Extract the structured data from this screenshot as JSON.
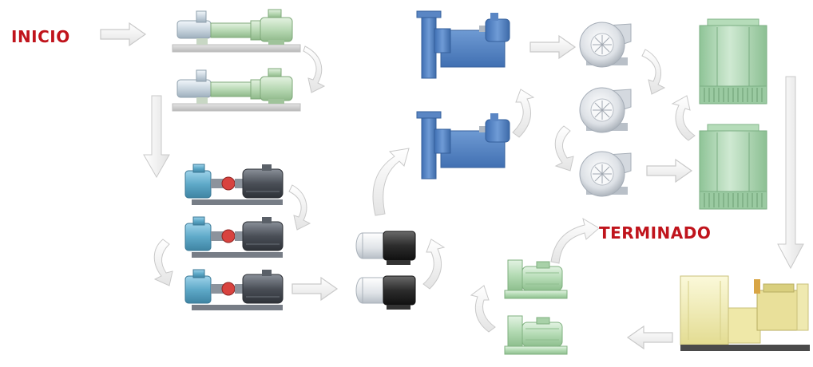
{
  "labels": {
    "start": "INICIO",
    "end": "TERMINADO"
  },
  "colors": {
    "label_red": "#c0141c",
    "arrow_fill": "#f3f3f3",
    "arrow_stroke": "#cfcfcf",
    "progressive_pump": "#b9d9b5",
    "gear_pump_head": "#5ea9c8",
    "motor_gray": "#4a4f57",
    "magnetic_pump": "#2c2c2c",
    "blower_blue": "#4f7fc4",
    "centrifugal_fan": "#d9dde2",
    "cooling_tower": "#a9d3ae",
    "generator": "#f3efb8",
    "motor_green": "#b4dbb4"
  },
  "equipment": [
    {
      "name": "progressive-cavity-pump",
      "count": 2
    },
    {
      "name": "gear-pump",
      "count": 3
    },
    {
      "name": "magnetic-drive-pump",
      "count": 2
    },
    {
      "name": "blower",
      "count": 2
    },
    {
      "name": "centrifugal-fan",
      "count": 3
    },
    {
      "name": "cooling-tower",
      "count": 2
    },
    {
      "name": "diesel-generator",
      "count": 1
    },
    {
      "name": "electric-motor",
      "count": 2
    }
  ]
}
